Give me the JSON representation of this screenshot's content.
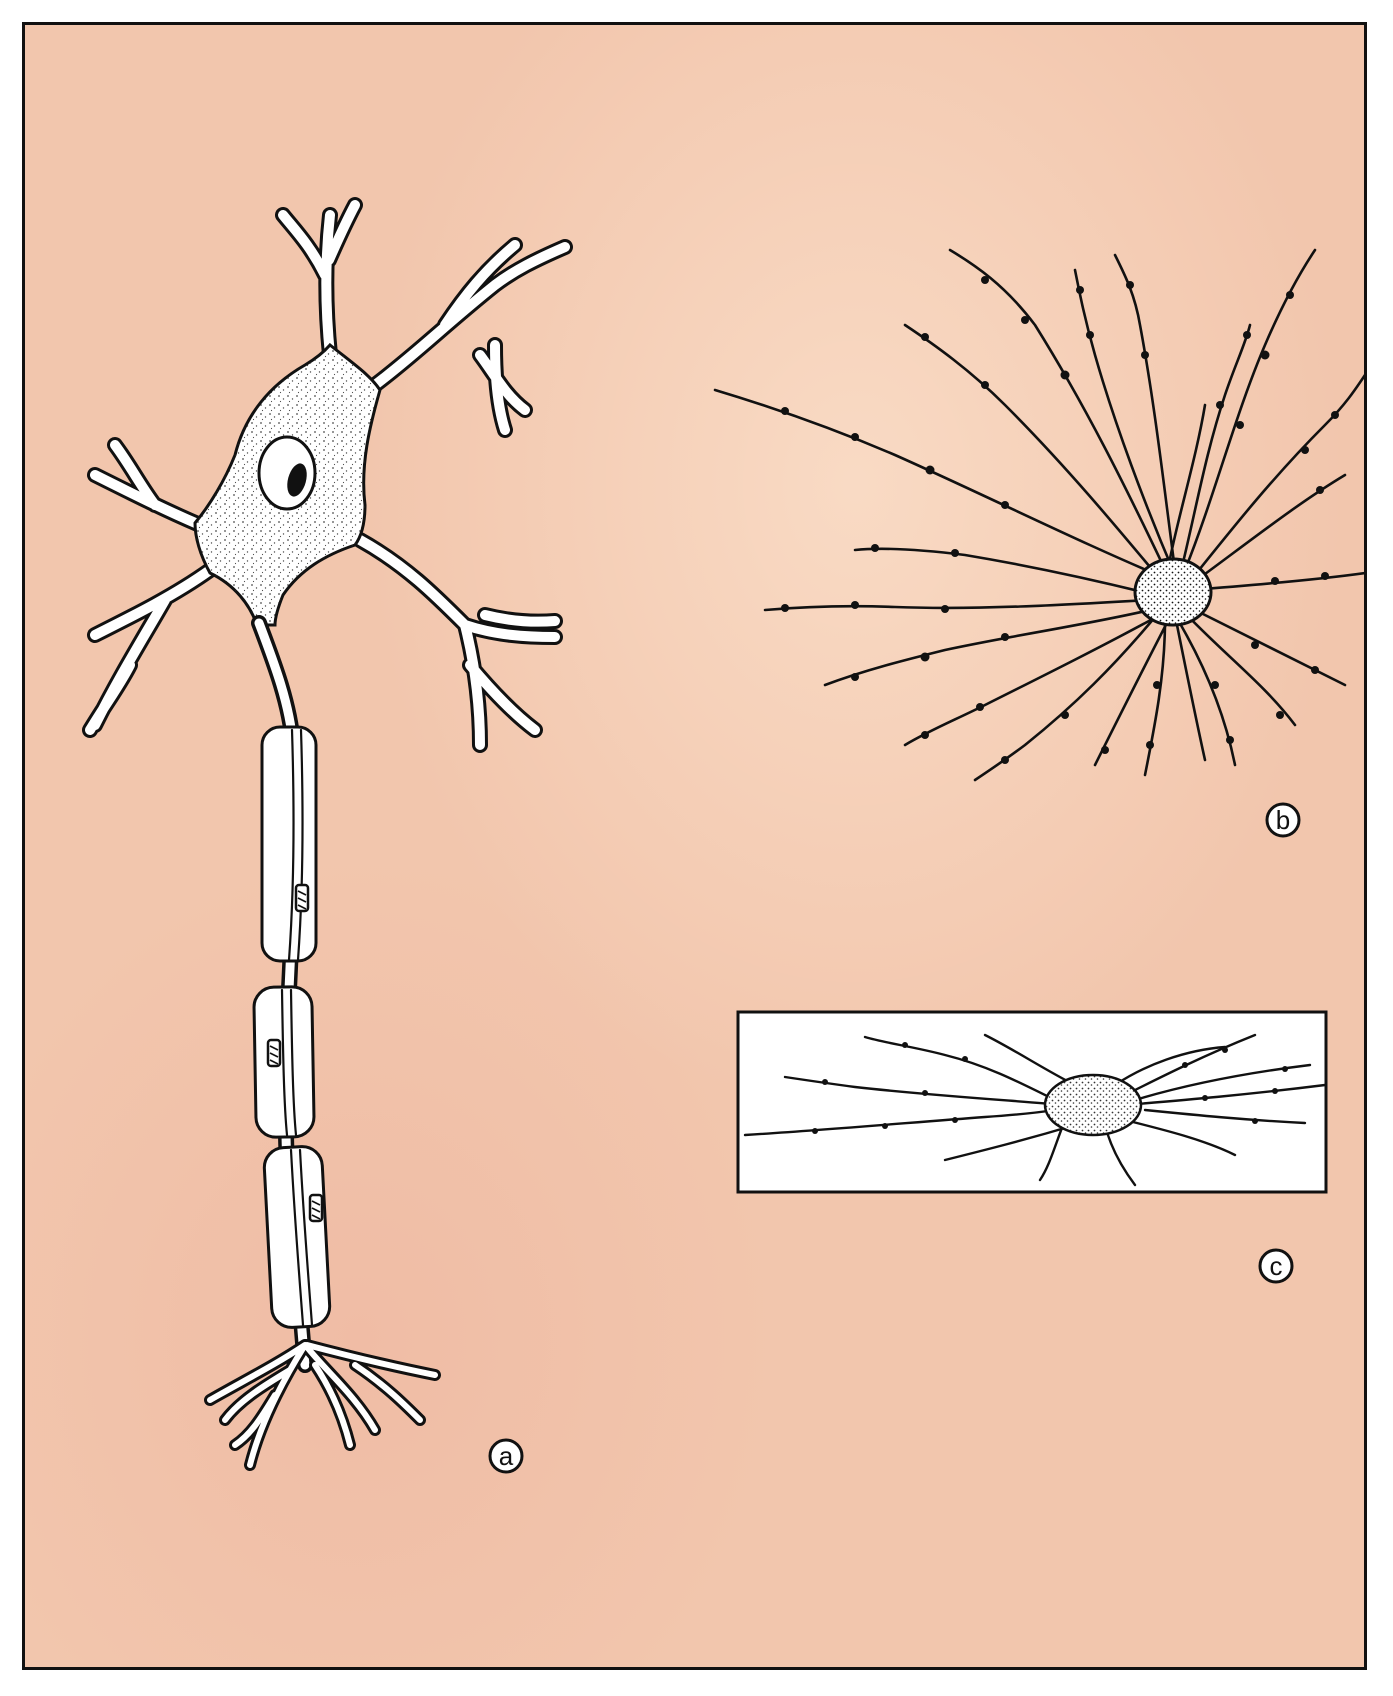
{
  "figure": {
    "panels": [
      {
        "id": "a",
        "label": "a",
        "subject": "neuron-with-myelinated-axon"
      },
      {
        "id": "b",
        "label": "b",
        "subject": "star-shaped-glial-cell"
      },
      {
        "id": "c",
        "label": "c",
        "subject": "elongated-glial-cell"
      }
    ]
  },
  "colors": {
    "background": "#f2c6ad",
    "ink": "#111111",
    "cell": "#ffffff"
  }
}
